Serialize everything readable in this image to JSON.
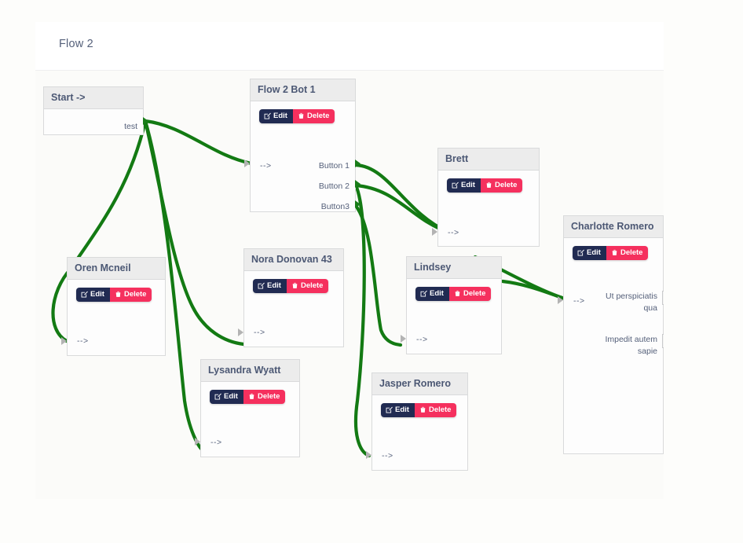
{
  "page": {
    "title": "Flow 2",
    "accent_green": "#137a13",
    "edit_color": "#212b52",
    "delete_color": "#f5305e",
    "node_header_bg": "#ececec",
    "canvas_bg": "#fbfbf9"
  },
  "buttons": {
    "edit_label": "Edit",
    "delete_label": "Delete",
    "edit_icon": "pencil-square-icon",
    "delete_icon": "trash-icon"
  },
  "arrow_label": "-->",
  "nodes": [
    {
      "id": "start",
      "title": "Start ->",
      "outputs": [
        "test"
      ],
      "has_buttons": false
    },
    {
      "id": "flow-2-bot-1",
      "title": "Flow 2 Bot 1",
      "inputs": [
        "-->"
      ],
      "outputs": [
        "Button 1",
        "Button 2",
        "Button3"
      ],
      "has_buttons": true
    },
    {
      "id": "oren-mcneil",
      "title": "Oren Mcneil",
      "inputs": [
        "-->"
      ],
      "outputs": [],
      "has_buttons": true
    },
    {
      "id": "nora-donovan-43",
      "title": "Nora Donovan 43",
      "inputs": [
        "-->"
      ],
      "outputs": [],
      "has_buttons": true
    },
    {
      "id": "lysandra-wyatt",
      "title": "Lysandra Wyatt",
      "inputs": [
        "-->"
      ],
      "outputs": [],
      "has_buttons": true
    },
    {
      "id": "jasper-romero",
      "title": "Jasper Romero",
      "inputs": [
        "-->"
      ],
      "outputs": [],
      "has_buttons": true
    },
    {
      "id": "brett",
      "title": "Brett",
      "inputs": [
        "-->"
      ],
      "outputs": [],
      "has_buttons": true
    },
    {
      "id": "lindsey",
      "title": "Lindsey",
      "inputs": [
        "-->"
      ],
      "outputs": [],
      "has_buttons": true
    },
    {
      "id": "charlotte-romero",
      "title": "Charlotte Romero",
      "inputs": [
        "-->"
      ],
      "outputs": [
        "Ut perspiciatis qua",
        "Impedit autem sapie"
      ],
      "has_buttons": true
    }
  ]
}
